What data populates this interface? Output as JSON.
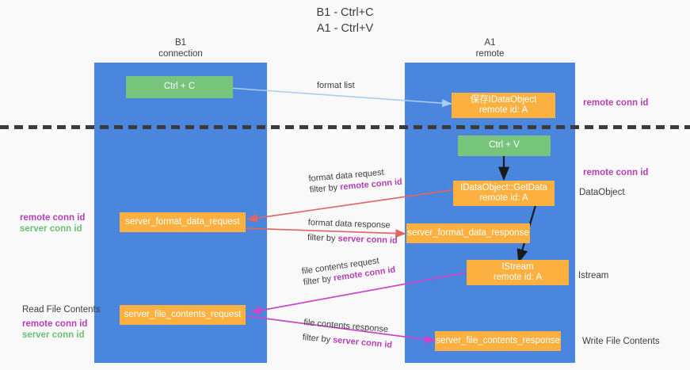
{
  "title": {
    "line1": "B1 - Ctrl+C",
    "line2": "A1 - Ctrl+V"
  },
  "lanes": [
    {
      "name": "b1",
      "caption_top": "B1",
      "caption_bottom": "connection"
    },
    {
      "name": "a1",
      "caption_top": "A1",
      "caption_bottom": "remote"
    }
  ],
  "nodes": {
    "ctrl_c": "Ctrl + C",
    "ctrl_v": "Ctrl + V",
    "save_idataobject_l1": "保存IDataObject",
    "save_idataobject_l2": "remote id: A",
    "getdata_l1": "IDataObject::GetData",
    "getdata_l2": "remote id: A",
    "istream_l1": "IStream",
    "istream_l2": "remote id: A",
    "server_format_data_request": "server_format_data_request",
    "server_format_data_response": "server_format_data_response",
    "server_file_contents_request": "server_file_contents_request",
    "server_file_contents_response": "server_file_contents_response"
  },
  "edges": {
    "format_list": "format list",
    "format_data_request": "format data request",
    "format_data_response": "format data response",
    "file_contents_request": "file contents request",
    "file_contents_response": "file contents response",
    "filter_by": "filter by ",
    "remote_conn_id": "remote conn id",
    "server_conn_id": "server conn id"
  },
  "annotations": {
    "right_remote_conn_id_top": "remote conn id",
    "right_remote_conn_id_mid": "remote conn id",
    "right_dataobject": "DataObject",
    "right_istream": "Istream",
    "right_write_file_contents": "Write File Contents",
    "left_remote_conn_id": "remote conn id",
    "left_server_conn_id": "server conn id",
    "left_read_file_contents": "Read File Contents",
    "left_remote_conn_id_2": "remote conn id",
    "left_server_conn_id_2": "server conn id"
  },
  "colors": {
    "lane": "#4a86dd",
    "node_green": "#77c47d",
    "node_orange": "#fbb040",
    "purple": "#b43fb4",
    "green_text": "#6bbf73",
    "arrow_blue": "#a8cdf0",
    "arrow_red": "#e06666",
    "arrow_magenta": "#cc44cc",
    "arrow_black": "#1a1a1a",
    "divider": "#3b3b3b",
    "background": "#f9f9f9"
  }
}
